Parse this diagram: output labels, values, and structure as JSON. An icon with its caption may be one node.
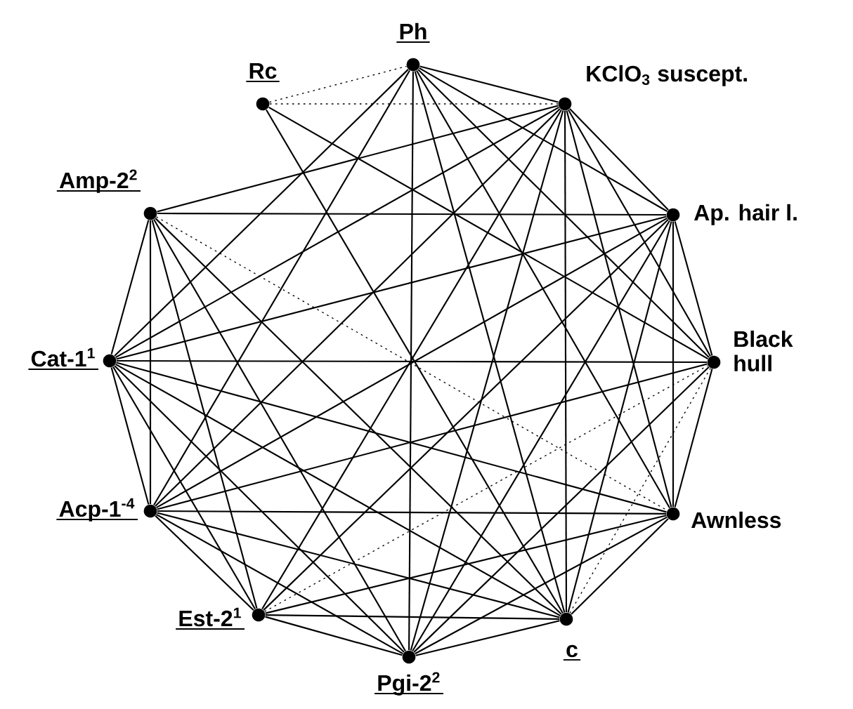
{
  "diagram": {
    "nodes": [
      {
        "text": [
          "Ph"
        ]
      },
      {
        "text": [
          "Rc"
        ]
      },
      {
        "text": [
          "KClO$_{3}$ suscept."
        ]
      },
      {
        "text": [
          "Amp-2$^{2}$"
        ]
      },
      {
        "text": [
          "Ap. hair l."
        ]
      },
      {
        "text": [
          "Cat-1$^{1}$"
        ]
      },
      {
        "text": [
          "Black hull"
        ]
      },
      {
        "text": [
          "Acp-1$^{-4}$"
        ]
      },
      {
        "text": [
          "Awnless"
        ]
      },
      {
        "text": [
          "Est-2$^{1}$"
        ]
      },
      {
        "text": [
          "c"
        ]
      },
      {
        "text": [
          "Pgi-2$^{2}$"
        ]
      }
    ],
    "edges": [
      {
        "from": 1,
        "to": 0,
        "arrow": "none",
        "style": "dashed"
      },
      {
        "from": 1,
        "to": 2,
        "arrow": "none",
        "style": "dashed"
      },
      {
        "from": 1,
        "to": 6,
        "arrow": "none"
      },
      {
        "from": 1,
        "to": 10,
        "arrow": "none"
      },
      {
        "from": 0,
        "to": 2,
        "arrow": "none"
      },
      {
        "from": 0,
        "to": 4,
        "arrow": "none"
      },
      {
        "from": 0,
        "to": 6,
        "arrow": "none"
      },
      {
        "from": 0,
        "to": 8,
        "arrow": "none"
      },
      {
        "from": 0,
        "to": 10,
        "arrow": "none"
      },
      {
        "from": 0,
        "to": 11,
        "arrow": "none"
      },
      {
        "from": 0,
        "to": 5,
        "arrow": "none"
      },
      {
        "from": 0,
        "to": 7,
        "arrow": "none"
      },
      {
        "from": 2,
        "to": 3,
        "arrow": "none"
      },
      {
        "from": 2,
        "to": 5,
        "arrow": "none"
      },
      {
        "from": 2,
        "to": 7,
        "arrow": "none"
      },
      {
        "from": 2,
        "to": 9,
        "arrow": "none"
      },
      {
        "from": 2,
        "to": 11,
        "arrow": "none"
      },
      {
        "from": 2,
        "to": 10,
        "arrow": "none"
      },
      {
        "from": 2,
        "to": 4,
        "arrow": "none"
      },
      {
        "from": 2,
        "to": 6,
        "arrow": "none"
      },
      {
        "from": 2,
        "to": 8,
        "arrow": "none"
      },
      {
        "from": 3,
        "to": 4,
        "arrow": "none"
      },
      {
        "from": 3,
        "to": 5,
        "arrow": "none"
      },
      {
        "from": 3,
        "to": 7,
        "arrow": "none"
      },
      {
        "from": 3,
        "to": 9,
        "arrow": "none"
      },
      {
        "from": 3,
        "to": 11,
        "arrow": "none"
      },
      {
        "from": 3,
        "to": 10,
        "arrow": "none"
      },
      {
        "from": 3,
        "to": 8,
        "arrow": "none",
        "style": "dashed"
      },
      {
        "from": 5,
        "to": 4,
        "arrow": "none"
      },
      {
        "from": 5,
        "to": 6,
        "arrow": "none"
      },
      {
        "from": 5,
        "to": 7,
        "arrow": "none"
      },
      {
        "from": 5,
        "to": 9,
        "arrow": "none"
      },
      {
        "from": 5,
        "to": 11,
        "arrow": "none"
      },
      {
        "from": 5,
        "to": 10,
        "arrow": "none"
      },
      {
        "from": 5,
        "to": 8,
        "arrow": "none"
      },
      {
        "from": 7,
        "to": 4,
        "arrow": "none"
      },
      {
        "from": 7,
        "to": 6,
        "arrow": "none"
      },
      {
        "from": 7,
        "to": 8,
        "arrow": "none"
      },
      {
        "from": 7,
        "to": 9,
        "arrow": "none"
      },
      {
        "from": 7,
        "to": 11,
        "arrow": "none"
      },
      {
        "from": 7,
        "to": 10,
        "arrow": "none"
      },
      {
        "from": 9,
        "to": 4,
        "arrow": "none"
      },
      {
        "from": 9,
        "to": 6,
        "arrow": "none",
        "style": "dashed"
      },
      {
        "from": 9,
        "to": 8,
        "arrow": "none"
      },
      {
        "from": 9,
        "to": 10,
        "arrow": "none"
      },
      {
        "from": 9,
        "to": 11,
        "arrow": "none"
      },
      {
        "from": 11,
        "to": 4,
        "arrow": "none"
      },
      {
        "from": 11,
        "to": 6,
        "arrow": "none"
      },
      {
        "from": 11,
        "to": 8,
        "arrow": "none"
      },
      {
        "from": 11,
        "to": 10,
        "arrow": "none"
      },
      {
        "from": 10,
        "to": 4,
        "arrow": "none"
      },
      {
        "from": 10,
        "to": 6,
        "arrow": "none",
        "style": "dashed"
      },
      {
        "from": 10,
        "to": 8,
        "arrow": "none"
      },
      {
        "from": 8,
        "to": 4,
        "arrow": "none"
      },
      {
        "from": 8,
        "to": 6,
        "arrow": "none"
      },
      {
        "from": 4,
        "to": 6,
        "arrow": "none"
      }
    ]
  }
}
